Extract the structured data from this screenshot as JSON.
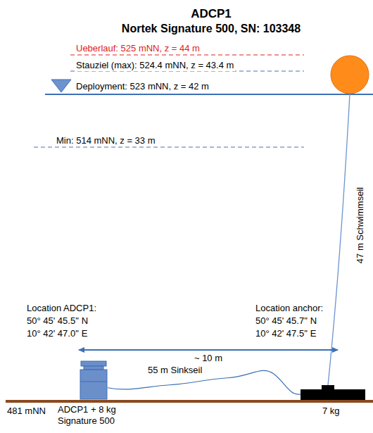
{
  "diagram": {
    "title": "ADCP1",
    "nodes": [
      {
        "text": [
          "ADCP1 + 8 kg Signature 500"
        ]
      },
      {
        "text": [
          "7 kg"
        ]
      }
    ],
    "edges": [
      {
        "from": 0,
        "to": 1,
        "label": "55 m Sinkseil",
        "arrow": "none"
      }
    ],
    "labels": [
      "Nortek Signature 500, SN: 103348",
      "Ueberlauf: 525 mNN, z = 44 m",
      "Stauziel (max): 524.4 mNN, z = 43.4 m",
      "Deployment: 523 mNN, z = 42 m",
      "Min: 514 mNN, z = 33 m",
      "47 m Schwimmseil",
      "Location ADCP1:",
      "50° 45' 45.5'' N",
      "10° 42' 47.0'' E",
      "Location anchor:",
      "50° 45' 45.7'' N",
      "10° 42' 47.5'' E",
      "~ 10 m",
      "481 mNN"
    ]
  }
}
